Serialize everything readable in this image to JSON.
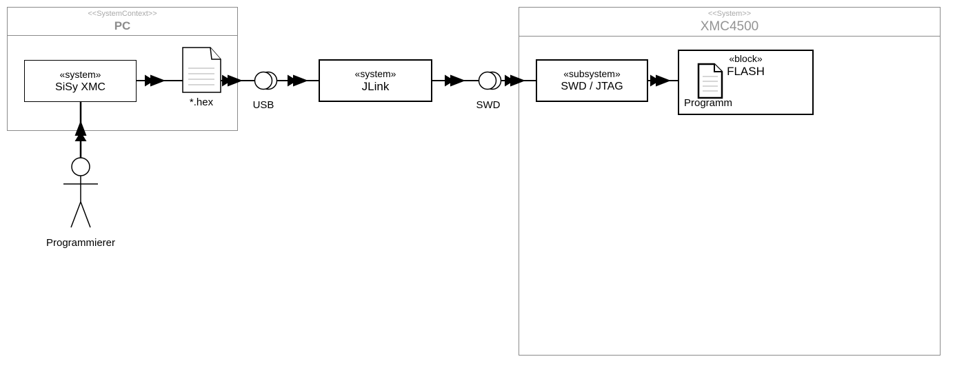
{
  "pc_container": {
    "stereotype": "<<SystemContext>>",
    "name": "PC"
  },
  "xmc_container": {
    "stereotype": "<<System>>",
    "name": "XMC4500"
  },
  "blocks": {
    "sisy": {
      "stereotype": "«system»",
      "name": "SiSy XMC"
    },
    "jlink": {
      "stereotype": "«system»",
      "name": "JLink"
    },
    "swd_jtag": {
      "stereotype": "«subsystem»",
      "name": "SWD / JTAG"
    },
    "flash": {
      "stereotype": "«block»",
      "name": "FLASH"
    }
  },
  "artifacts": {
    "hex_file": {
      "label": "*.hex"
    },
    "programm": {
      "label": "Programm"
    }
  },
  "ports": {
    "usb": {
      "label": "USB"
    },
    "swd": {
      "label": "SWD"
    }
  },
  "actor": {
    "label": "Programmierer"
  },
  "colors": {
    "background": "#ffffff",
    "container_border": "#8a8a8a",
    "container_title": "#8c8c8c",
    "container_stereotype": "#a9a9a9",
    "block_border": "#000000",
    "connector": "#000000",
    "document_lines": "#c8c8c8"
  }
}
